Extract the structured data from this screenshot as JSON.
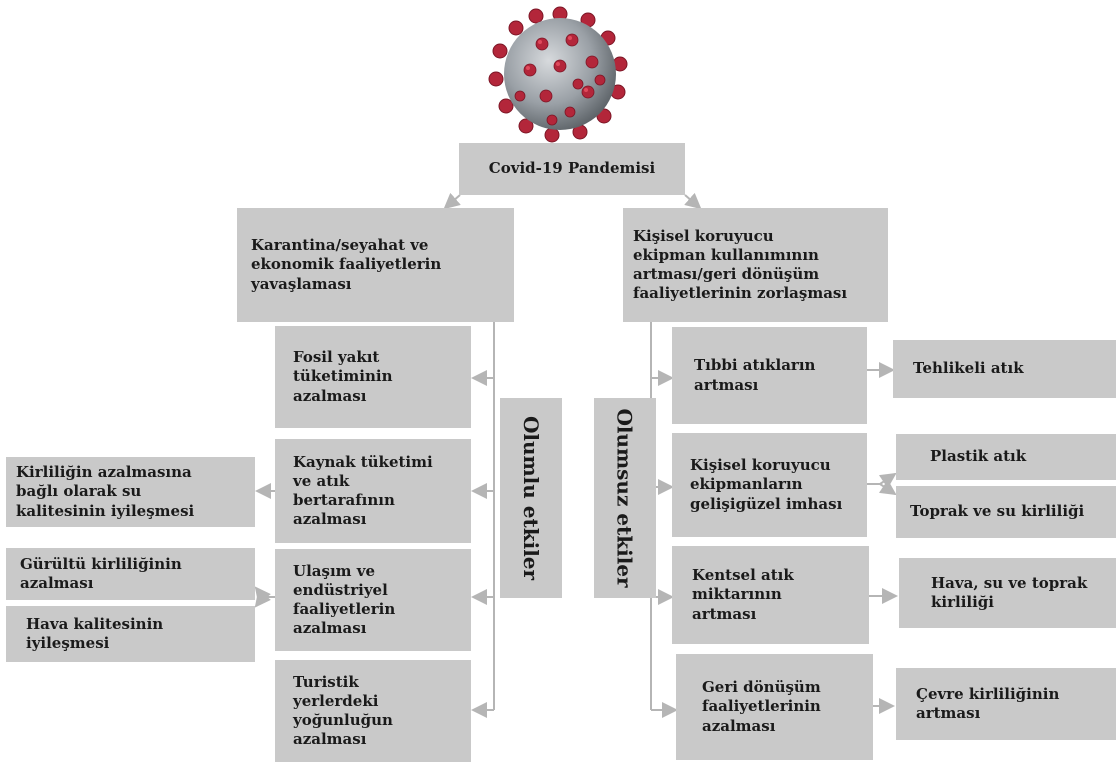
{
  "root": "Covid-19 Pandemisi",
  "left_branch": {
    "header": "Karantina/seyahat ve\nekonomik faaliyetlerin\nyavaşlaması",
    "label": "Olumlu etkiler",
    "items": [
      "Fosil yakıt\ntüketiminin\nazalması",
      "Kaynak tüketimi\nve atık\nbertarafının\nazalması",
      "Ulaşım ve\nendüstriyel\nfaaliyetlerin\nazalması",
      "Turistik\nyerlerdeki\nyoğunluğun\nazalması"
    ],
    "outcomes": [
      "Kirliliğin azalmasına\nbağlı olarak su\nkalitesinin iyileşmesi",
      "Gürültü kirliliğinin\nazalması",
      "Hava kalitesinin\niyileşmesi"
    ]
  },
  "right_branch": {
    "header": "Kişisel koruyucu\nekipman kullanımının\nartması/geri dönüşüm\nfaaliyetlerinin zorlaşması",
    "label": "Olumsuz etkiler",
    "items": [
      "Tıbbi atıkların\nartması",
      "Kişisel koruyucu\nekipmanların\ngelişigüzel imhası",
      "Kentsel atık\nmiktarının\nartması",
      "Geri dönüşüm\nfaaliyetlerinin\nazalması"
    ],
    "outcomes": [
      "Tehlikeli atık",
      "Plastik atık",
      "Toprak ve su kirliliği",
      "Hava, su ve toprak\nkirliliği",
      "Çevre kirliliğinin\nartması"
    ]
  },
  "colors": {
    "box": "#c9c9c9",
    "line": "#b5b5b5",
    "virus_spike": "#b3263a",
    "virus_body": "#9aa0a6"
  },
  "icon": "coronavirus-icon"
}
